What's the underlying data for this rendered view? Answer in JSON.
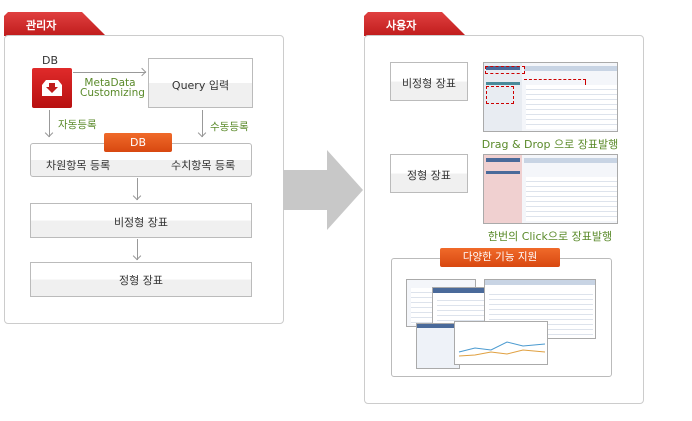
{
  "admin": {
    "tab": "관리자",
    "db_label": "DB",
    "metadata": "MetaData",
    "customizing": "Customizing",
    "query": "Query 입력",
    "auto": "자동등록",
    "manual": "수동등록",
    "db_button": "DB",
    "dimension": "차원항목 등록",
    "measure": "수치항목 등록",
    "adhoc": "비정형 장표",
    "fixed": "정형 장표"
  },
  "user": {
    "tab": "사용자",
    "adhoc": "비정형 장표",
    "adhoc_caption": "Drag & Drop 으로 장표발행",
    "fixed": "정형 장표",
    "fixed_caption": "한번의 Click으로 장표발행",
    "features": "다양한 기능 지원"
  },
  "colors": {
    "red": "#c8191e",
    "orange": "#e05a1a",
    "green": "#5a8a2a"
  }
}
